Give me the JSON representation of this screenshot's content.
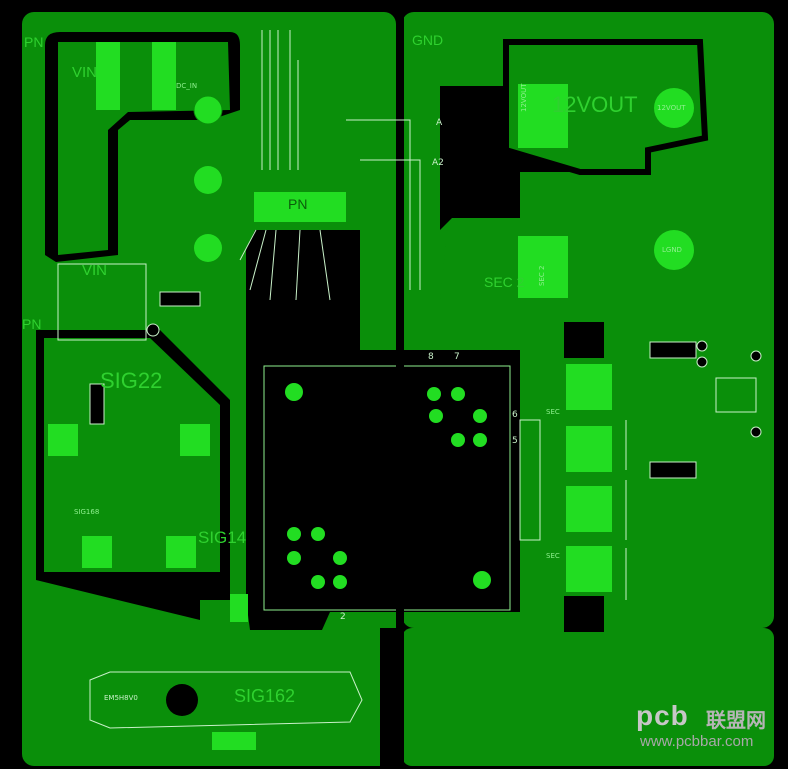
{
  "board": {
    "colors": {
      "background": "#000000",
      "copper_fill": "#0a8f0a",
      "copper_dark": "#067206",
      "pad_bright": "#22dd22",
      "silkscreen": "#9cf59c",
      "outline": "#c8f0c8"
    }
  },
  "labels": {
    "pn_top_left": "PN",
    "vin_top": "VIN",
    "dc_in": "DC_IN",
    "vin_mid": "VIN",
    "pn_left_mid": "PN",
    "pn_center": "PN",
    "gnd": "GND",
    "out_12v_small": "12VOUT",
    "out_12v_large": "12VOUT",
    "out_12v_pad": "12VOUT",
    "lgnd": "LGND",
    "sec2_vertical": "SEC 2",
    "sec2_label": "SEC 2",
    "sig22": "SIG22",
    "sig168": "SIG168",
    "sig14": "SIG14",
    "sig162": "SIG162",
    "em": "EM5H8V0",
    "sec_right_top": "SEC",
    "sec_right_bottom": "SEC",
    "a_mark": "A",
    "a2_mark": "A2",
    "num_8": "8",
    "num_7": "7",
    "num_6": "6",
    "num_5": "5",
    "num_2": "2"
  },
  "watermark": {
    "brand": "pcb",
    "cn": "联盟网",
    "url": "www.pcbbar.com"
  }
}
